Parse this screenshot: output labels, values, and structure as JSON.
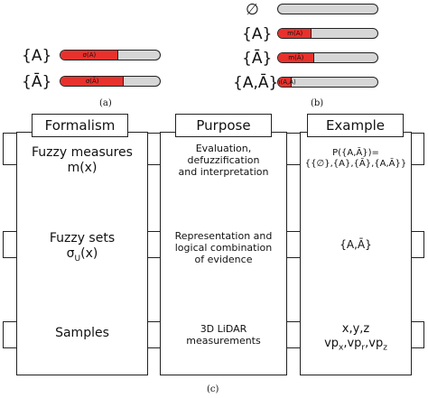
{
  "panel_a": {
    "caption": "(a)",
    "rows": [
      {
        "set": "{A}",
        "bar_label": "σ(A)",
        "fill": 0.58
      },
      {
        "set": "{Ā}",
        "bar_label": "σ(Ā)",
        "fill": 0.64
      }
    ]
  },
  "panel_b": {
    "caption": "(b)",
    "rows": [
      {
        "set": "∅",
        "bar_label": "",
        "fill": 0.0
      },
      {
        "set": "{A}",
        "bar_label": "m(A)",
        "fill": 0.34
      },
      {
        "set": "{Ā}",
        "bar_label": "m(Ā)",
        "fill": 0.36
      },
      {
        "set": "{A,Ā}",
        "bar_label": "m(A,Ā)",
        "fill": 0.14
      }
    ]
  },
  "panel_c": {
    "caption": "(c)",
    "headers": {
      "formalism": "Formalism",
      "purpose": "Purpose",
      "example": "Example"
    },
    "rows": [
      {
        "formalism": [
          "Fuzzy measures",
          "m(x)"
        ],
        "purpose": [
          "Evaluation,",
          "defuzzification",
          "and interpretation"
        ],
        "example": [
          "P({A,Ā})=",
          "{{∅},{A},{Ā},{A,Ā}}"
        ]
      },
      {
        "formalism": [
          "Fuzzy sets",
          "σU(x)"
        ],
        "purpose": [
          "Representation and",
          "logical combination",
          "of evidence"
        ],
        "example": [
          "{A,Ā}"
        ]
      },
      {
        "formalism": [
          "Samples"
        ],
        "purpose": [
          "3D LiDAR",
          "measurements"
        ],
        "example": [
          "x,y,z",
          "vpx,vpr,vpz"
        ]
      }
    ]
  }
}
